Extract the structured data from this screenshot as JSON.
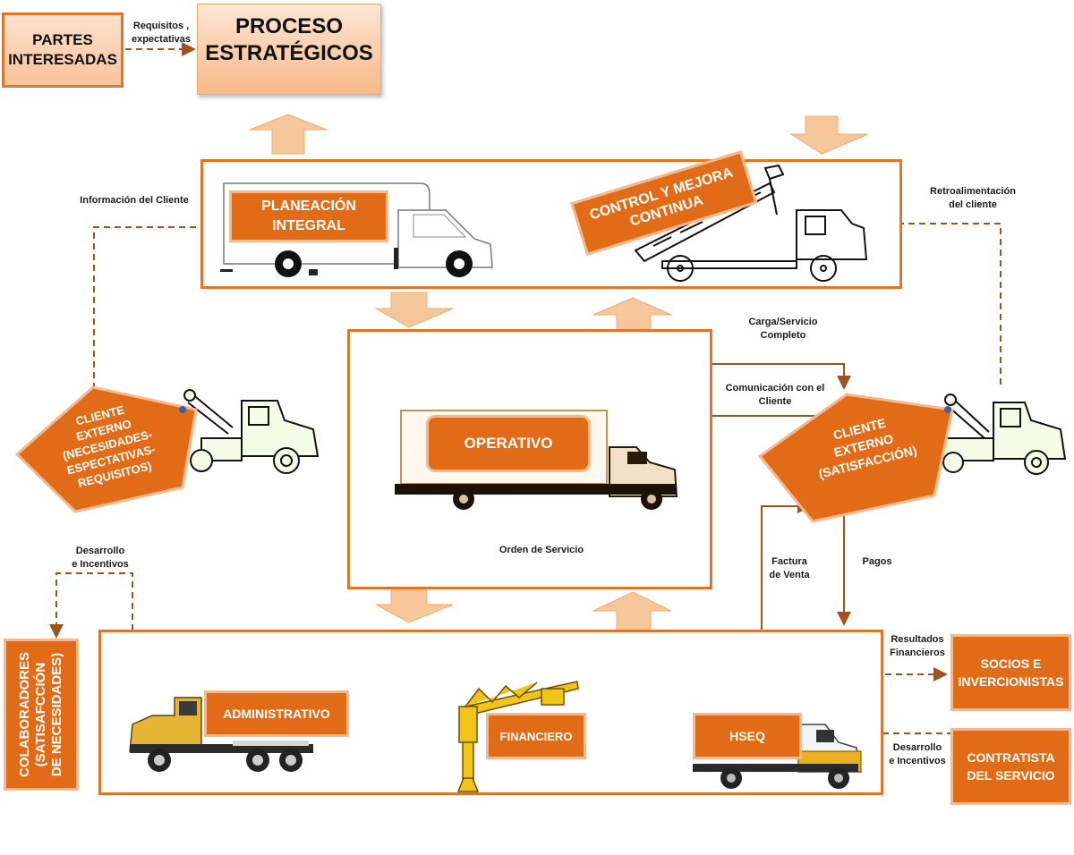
{
  "colors": {
    "accent": "#e26b17",
    "frame": "#e2742a",
    "connector": "#a0521e",
    "peach_fill": "#fbd3b3",
    "block_arrow": "#f7c79c"
  },
  "top": {
    "stakeholders": "PARTES\nINTERESADAS",
    "strategic": "PROCESO\nESTRATÉGICOS",
    "req_label": "Requisitos ,\nexpectativas"
  },
  "planning": {
    "planeacion": "PLANEACIÓN\nINTEGRAL",
    "control": "CONTROL Y MEJORA\nCONTINUA",
    "info_cliente": "Información del Cliente",
    "retro": "Retroalimentación\ndel cliente"
  },
  "operations": {
    "operativo": "OPERATIVO",
    "orden": "Orden de Servicio",
    "carga": "Carga/Servicio\nCompleto",
    "comunicacion": "Comunicación con el\nCliente"
  },
  "clients": {
    "left": "CLIENTE\nEXTERNO\n(NECESIDADES-\nESPECTATIVAS-\nREQUISITOS)",
    "right": "CLIENTE\nEXTERNO\n(SATISFACCIÓN)",
    "factura": "Factura\nde Venta",
    "pagos": "Pagos"
  },
  "support": {
    "administrativo": "ADMINISTRATIVO",
    "financiero": "FINANCIERO",
    "hseq": "HSEQ",
    "colaboradores": "COLABORADORES\n(SATISAFCCIÓN\nDE NECESIDADES)",
    "desarrollo_left": "Desarrollo\ne Incentivos",
    "resultados": "Resultados\nFinancieros",
    "socios": "SOCIOS E\nINVERCIONISTAS",
    "desarrollo_right": "Desarrollo\ne Incentivos",
    "contratista": "CONTRATISTA\nDEL SERVICIO"
  },
  "icons": {
    "planning_truck": "box-truck-icon",
    "control_truck": "dump-truck-icon",
    "operations_truck": "cargo-truck-icon",
    "client_left_truck": "tow-truck-icon",
    "client_right_truck": "tow-truck-icon",
    "admin_truck": "tractor-truck-icon",
    "finance_crane": "jib-crane-icon",
    "hseq_truck": "flatbed-truck-icon"
  }
}
